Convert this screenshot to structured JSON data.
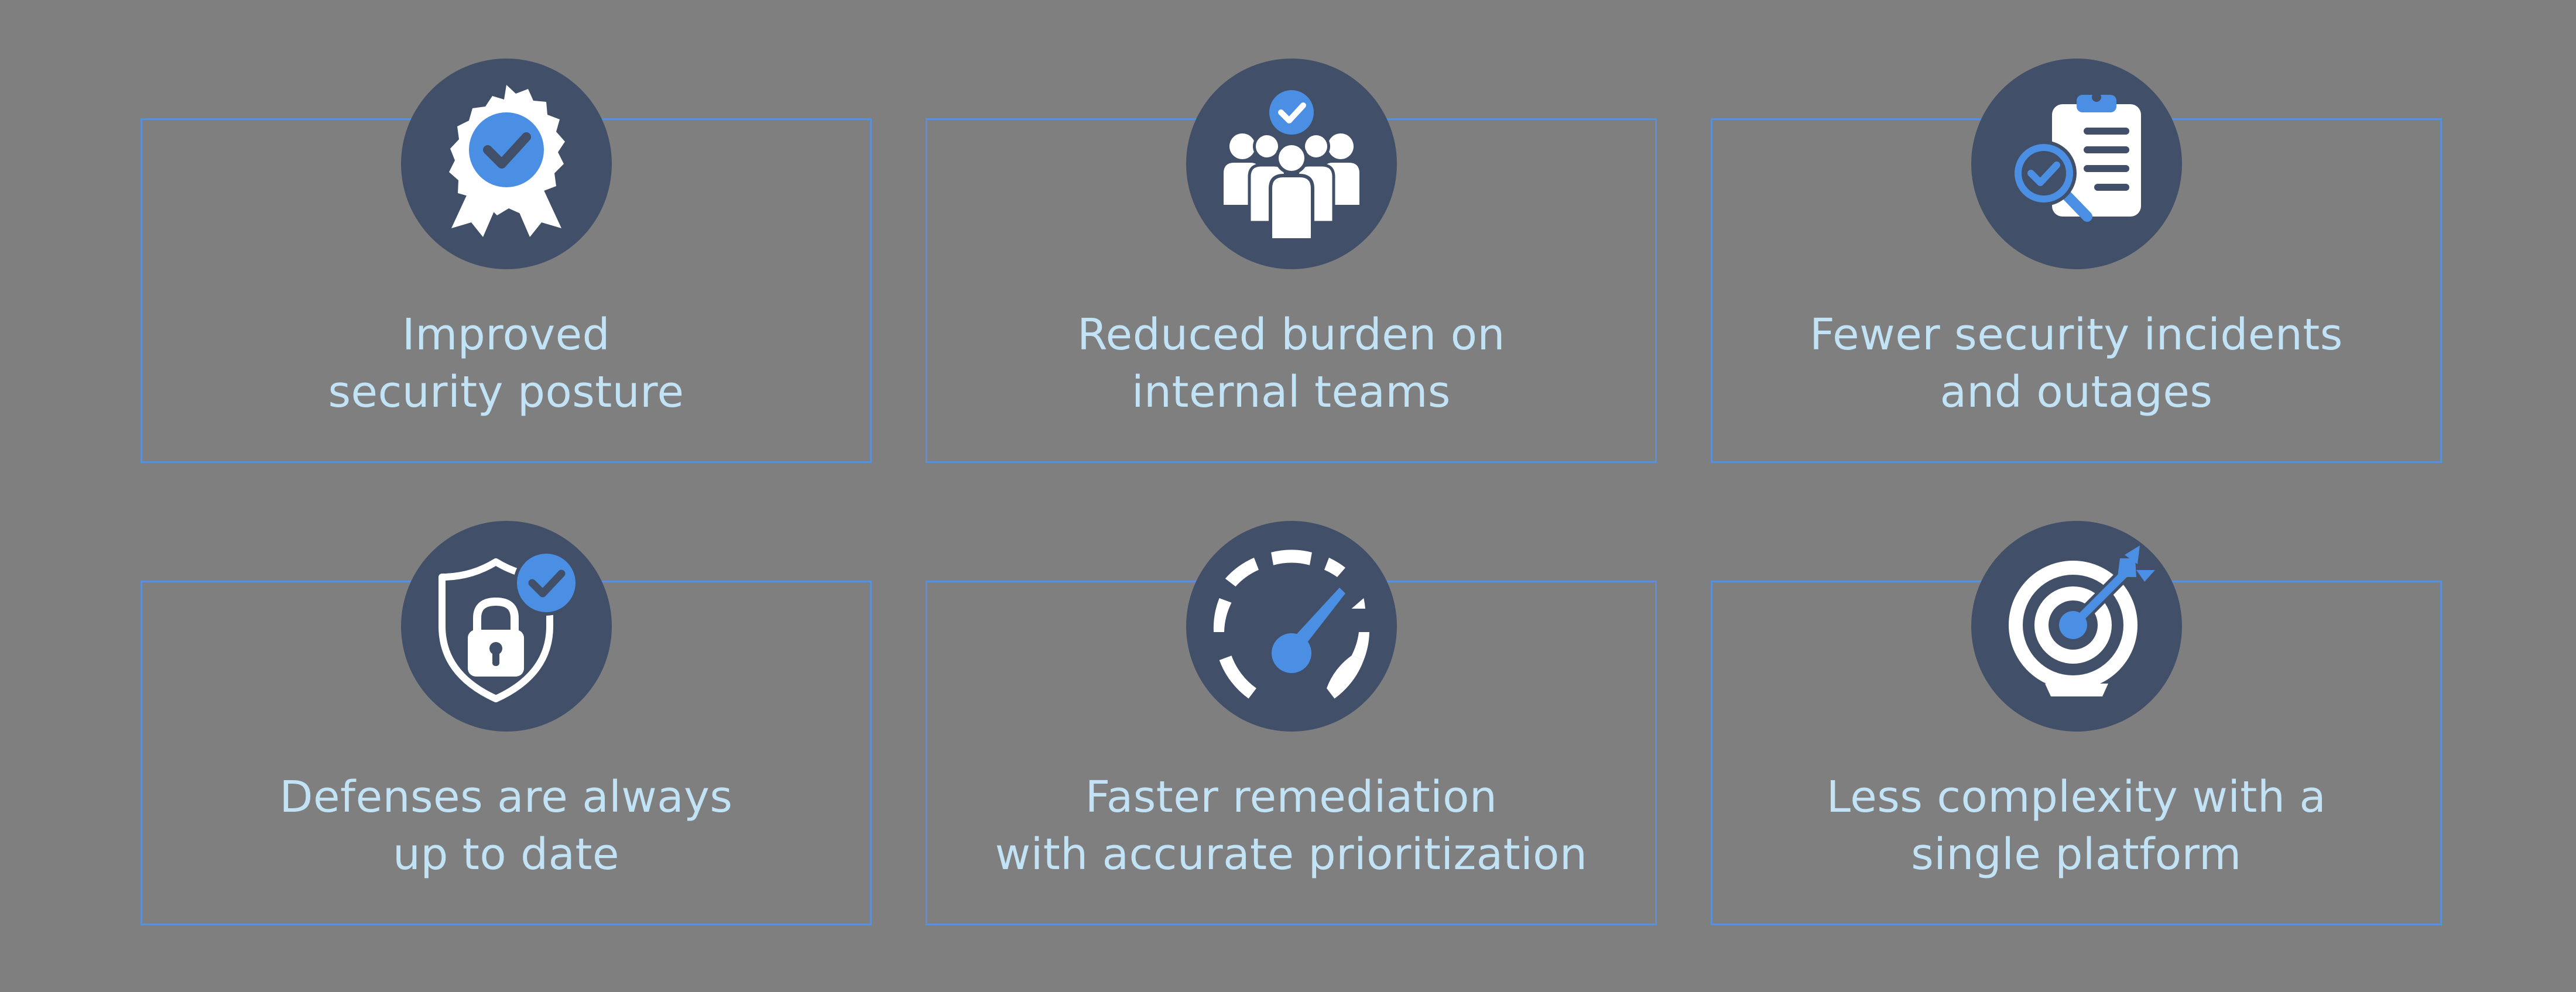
{
  "colors": {
    "background": "#7f7f7f",
    "card_border": "#5b8fd6",
    "badge": "#415068",
    "icon_white": "#ffffff",
    "icon_accent": "#4a8fe3",
    "label_text": "#c2e3f6"
  },
  "benefits": [
    {
      "icon": "award-ribbon-checkmark-icon",
      "line1": "Improved",
      "line2": "security posture"
    },
    {
      "icon": "team-people-checkmark-icon",
      "line1": "Reduced burden on",
      "line2": "internal teams"
    },
    {
      "icon": "clipboard-magnifier-checkmark-icon",
      "line1": "Fewer security incidents",
      "line2": "and outages"
    },
    {
      "icon": "shield-lock-checkmark-icon",
      "line1": "Defenses are always",
      "line2": "up to date"
    },
    {
      "icon": "speedometer-gauge-icon",
      "line1": "Faster remediation",
      "line2": "with accurate prioritization"
    },
    {
      "icon": "target-arrow-icon",
      "line1": "Less complexity with a",
      "line2": "single platform"
    }
  ]
}
